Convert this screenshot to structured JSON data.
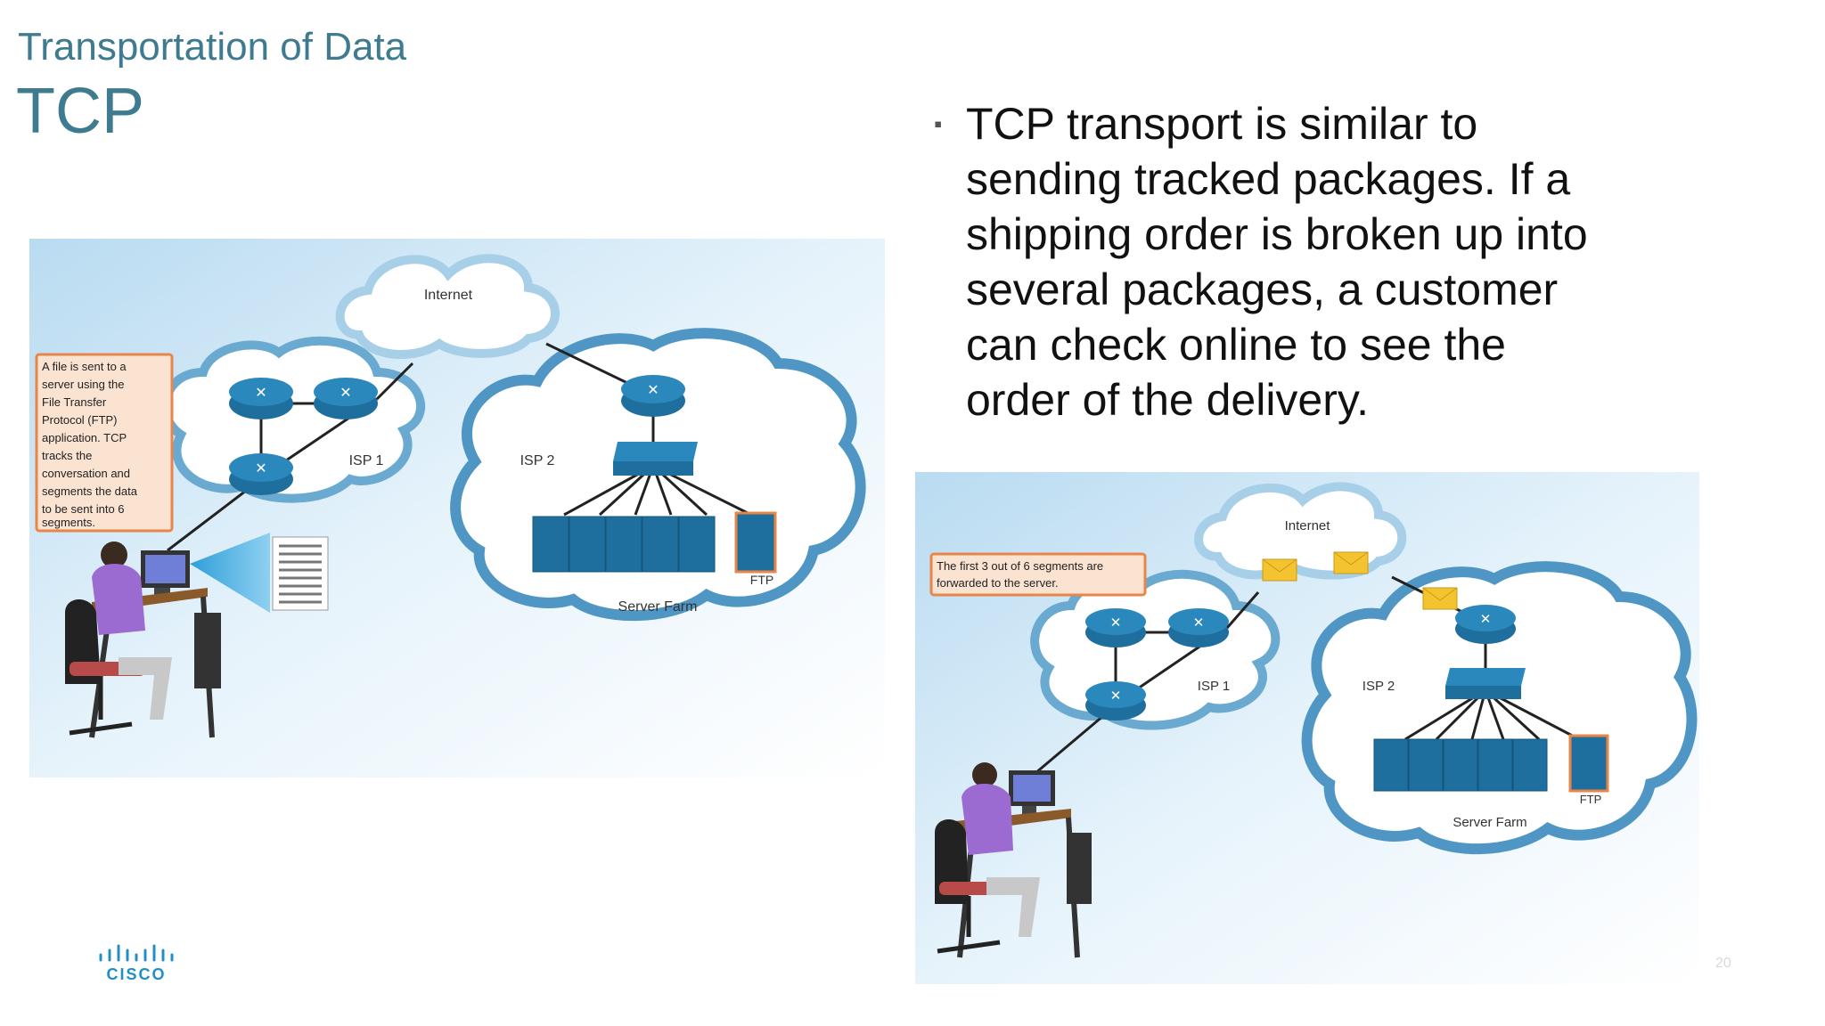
{
  "slide": {
    "supertitle": "Transportation of Data",
    "title": "TCP",
    "bullet": "TCP transport is similar to sending tracked packages. If a shipping order is broken up into several packages, a customer can check online to see the order of the delivery.",
    "page_number": "20",
    "logo_text": "CISCO"
  },
  "figure1": {
    "callout": [
      "A file is sent to a",
      "server using the",
      "File Transfer",
      "Protocol (FTP)",
      "application. TCP",
      "tracks the",
      "conversation and",
      "segments the data",
      "to be sent into 6",
      "segments."
    ],
    "internet": "Internet",
    "isp1": "ISP 1",
    "isp2": "ISP 2",
    "server_farm": "Server Farm",
    "ftp": "FTP"
  },
  "figure2": {
    "callout": [
      "The first 3 out of 6 segments are",
      "forwarded to the server."
    ],
    "internet": "Internet",
    "isp1": "ISP 1",
    "isp2": "ISP 2",
    "server_farm": "Server Farm",
    "ftp": "FTP"
  },
  "colors": {
    "title": "#3e7b8f",
    "device": "#1f6f9e",
    "callout_border": "#e8864a",
    "callout_fill": "#fbe3d2",
    "packet": "#f4c430"
  }
}
